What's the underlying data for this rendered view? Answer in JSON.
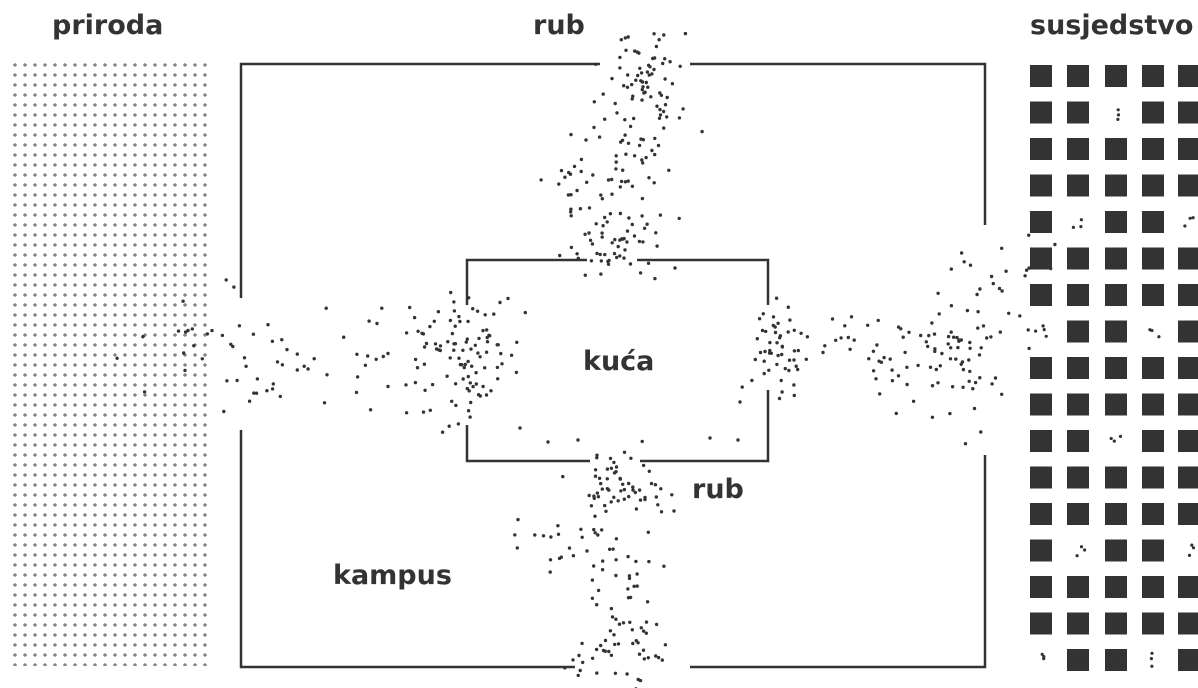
{
  "labels": {
    "nature": "priroda",
    "edge_top": "rub",
    "neighborhood": "susjedstvo",
    "house": "kuća",
    "edge_middle": "rub",
    "campus": "kampus"
  },
  "colors": {
    "ink": "#333333",
    "background": "#ffffff"
  }
}
